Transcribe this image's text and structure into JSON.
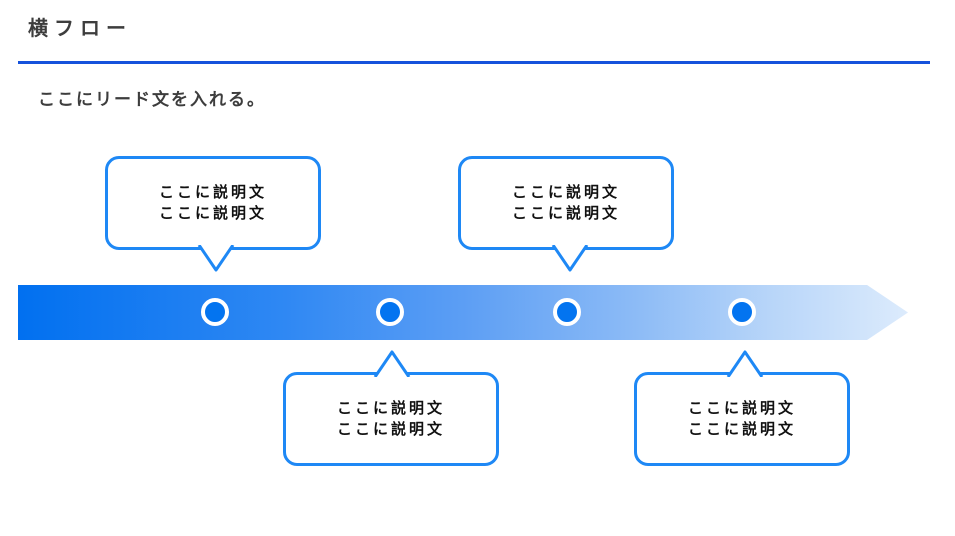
{
  "slide": {
    "title": "横フロー",
    "lead": "ここにリード文を入れる。"
  },
  "flow": {
    "marker_count": 4,
    "steps": [
      {
        "position": "above",
        "lines": [
          "ここに説明文",
          "ここに説明文"
        ]
      },
      {
        "position": "below",
        "lines": [
          "ここに説明文",
          "ここに説明文"
        ]
      },
      {
        "position": "above",
        "lines": [
          "ここに説明文",
          "ここに説明文"
        ]
      },
      {
        "position": "below",
        "lines": [
          "ここに説明文",
          "ここに説明文"
        ]
      }
    ]
  },
  "colors": {
    "callout_border_blue": "#1E88F5",
    "divider_blue": "#1552DC",
    "bar_gradient_start": "#0170F0",
    "bar_gradient_end": "#DCEBFC",
    "marker_fill_blue": "#0374F0",
    "marker_ring_white": "#FFFFFF",
    "heading_text": "#3D3D3D",
    "callout_text": "#111111"
  }
}
